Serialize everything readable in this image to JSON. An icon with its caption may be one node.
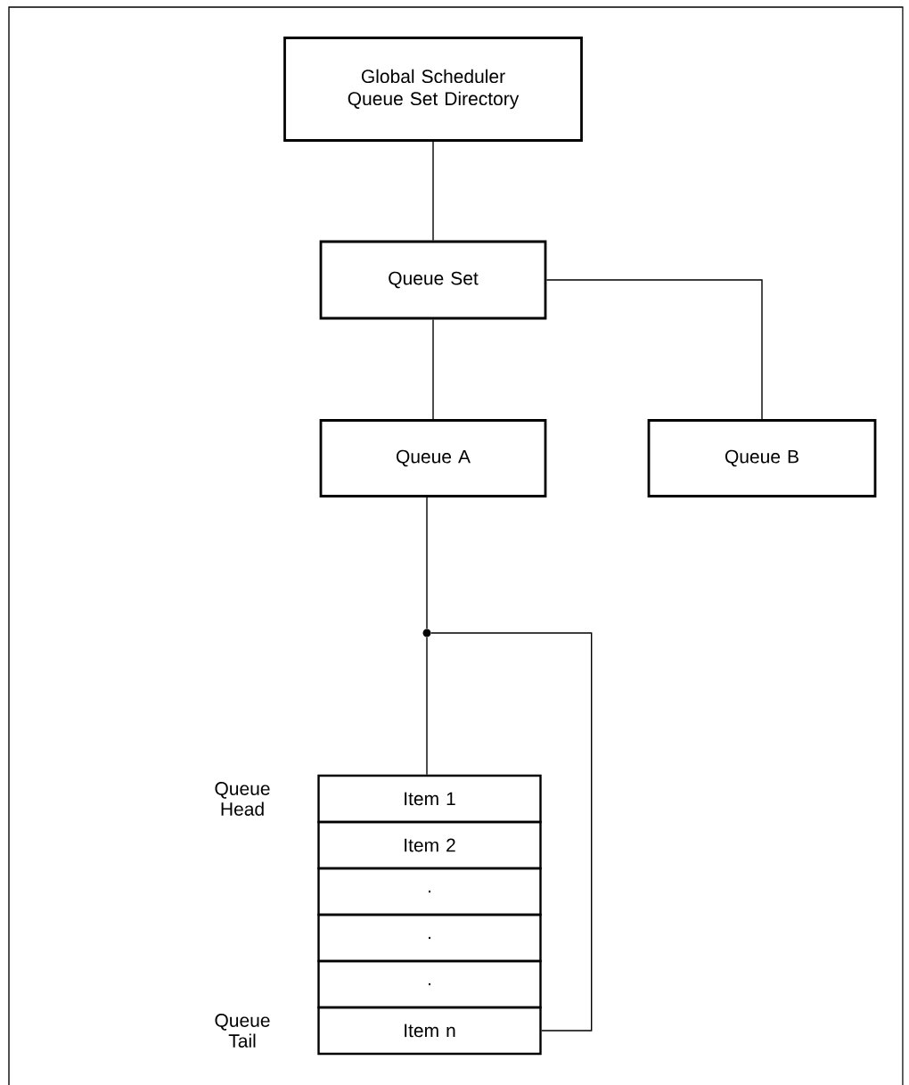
{
  "diagram": {
    "nodes": [
      {
        "text": [
          "Global Scheduler Queue Set Directory"
        ]
      },
      {
        "text": [
          "Queue Set"
        ]
      },
      {
        "text": [
          "Queue A"
        ]
      },
      {
        "text": [
          "Queue B"
        ]
      },
      {
        "text": [],
        "shape": "circle"
      },
      {
        "text": [
          "Item 1"
        ],
        "beside": [
          "Queue Head"
        ]
      },
      {
        "text": [
          "Item 2"
        ]
      },
      {
        "text": [
          "."
        ]
      },
      {
        "text": [
          "."
        ]
      },
      {
        "text": [
          "."
        ]
      },
      {
        "text": [
          "Item n"
        ],
        "beside": [
          "Queue Tail"
        ]
      }
    ],
    "edges": [
      {
        "from": 0,
        "to": 1,
        "arrow": "none"
      },
      {
        "from": 1,
        "to": 2,
        "arrow": "none"
      },
      {
        "from": 1,
        "to": 3,
        "arrow": "none"
      },
      {
        "from": 2,
        "to": 4,
        "arrow": "none"
      },
      {
        "from": 4,
        "to": 5,
        "arrow": "none"
      },
      {
        "from": 10,
        "to": 4,
        "arrow": "none"
      }
    ]
  }
}
